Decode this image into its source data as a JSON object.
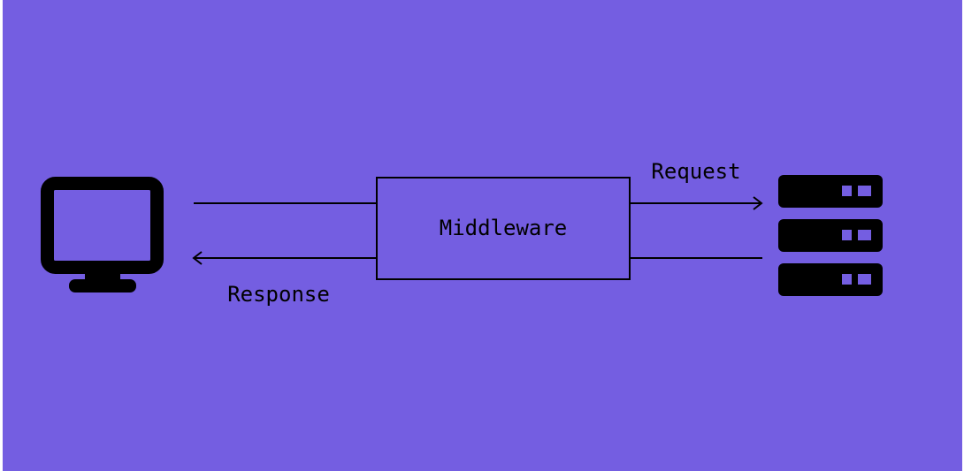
{
  "colors": {
    "background": "#745ee1",
    "ink": "#000000"
  },
  "labels": {
    "middleware": "Middleware",
    "request": "Request",
    "response": "Response"
  },
  "icons": {
    "client": "monitor-icon",
    "server": "server-stack-icon"
  }
}
